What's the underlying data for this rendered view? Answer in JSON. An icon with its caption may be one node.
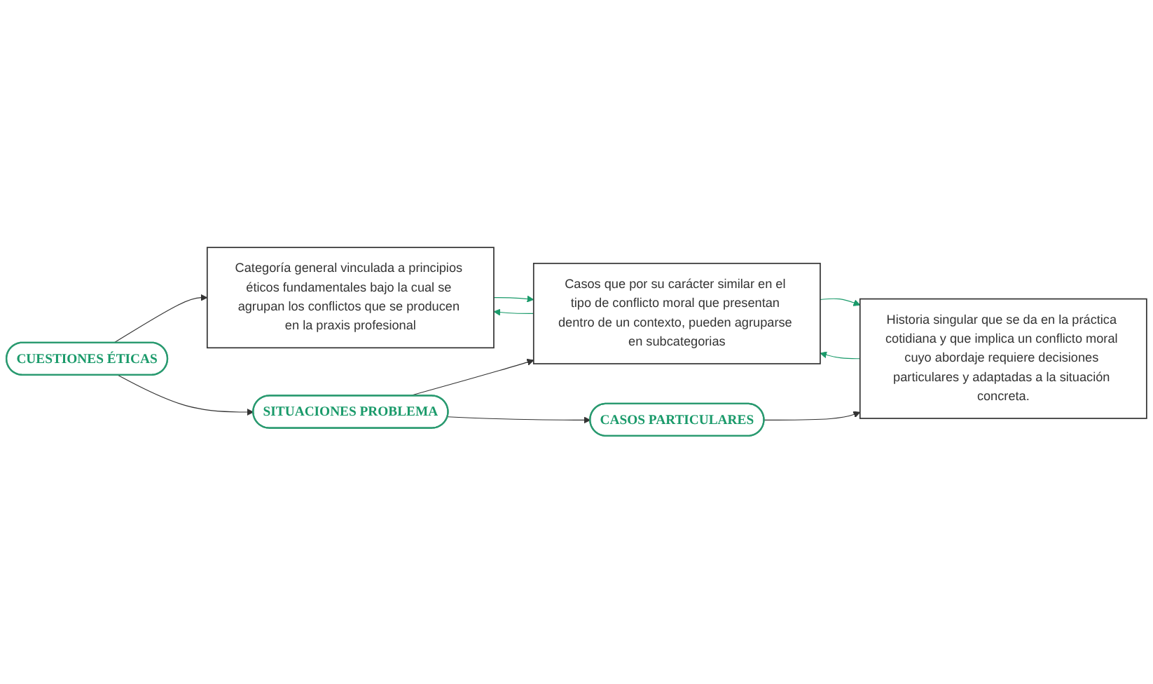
{
  "diagram": {
    "nodes": [
      {
        "text": [
          "CUESTIONES ÉTICAS"
        ]
      },
      {
        "text": [
          "Categoría general vinculada a principios éticos fundamentales bajo la cual se agrupan los conflictos que se producen en la praxis profesional"
        ]
      },
      {
        "text": [
          "SITUACIONES PROBLEMA"
        ]
      },
      {
        "text": [
          "Casos que por su carácter similar en el tipo de conflicto moral que presentan dentro de un contexto, pueden agruparse en subcategorias"
        ]
      },
      {
        "text": [
          "CASOS PARTICULARES"
        ]
      },
      {
        "text": [
          "Historia singular que se da en la práctica cotidiana y que implica un conflicto moral cuyo abordaje requiere decisiones particulares y adaptadas a la situación concreta."
        ]
      }
    ],
    "edges": [
      {
        "from": 0,
        "to": 1,
        "arrow": "to"
      },
      {
        "from": 0,
        "to": 2,
        "arrow": "to"
      },
      {
        "from": 1,
        "to": 3,
        "arrow": "to",
        "color": "#1a9a6a"
      },
      {
        "from": 3,
        "to": 1,
        "arrow": "to",
        "color": "#1a9a6a"
      },
      {
        "from": 2,
        "to": 3,
        "arrow": "to"
      },
      {
        "from": 2,
        "to": 4,
        "arrow": "to"
      },
      {
        "from": 3,
        "to": 5,
        "arrow": "to",
        "color": "#1a9a6a"
      },
      {
        "from": 5,
        "to": 3,
        "arrow": "to",
        "color": "#1a9a6a"
      },
      {
        "from": 4,
        "to": 5,
        "arrow": "to"
      }
    ]
  }
}
